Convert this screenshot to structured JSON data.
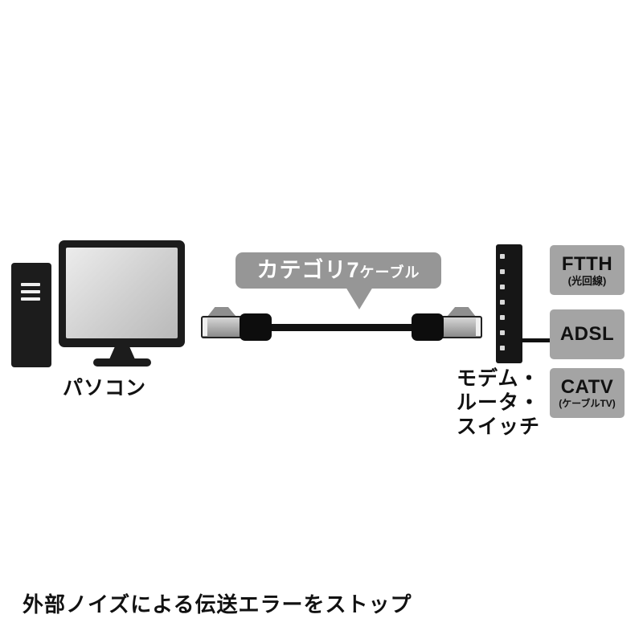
{
  "diagram": {
    "callout": {
      "title": "カテゴリ7",
      "suffix": "ケーブル"
    },
    "pc": {
      "label": "パソコン"
    },
    "modem": {
      "label_lines": [
        "モデム・",
        "ルータ・",
        "スイッチ"
      ]
    },
    "services": [
      {
        "name": "FTTH",
        "sub": "(光回線)"
      },
      {
        "name": "ADSL",
        "sub": ""
      },
      {
        "name": "CATV",
        "sub": "(ケーブルTV)"
      }
    ]
  },
  "page": {
    "caption": "外部ノイズによる伝送エラーをストップ"
  },
  "colors": {
    "device_black": "#1c1c1c",
    "callout_gray": "#969696",
    "service_box_gray": "#a4a4a4",
    "screen_gray": "#d6d6d6"
  }
}
